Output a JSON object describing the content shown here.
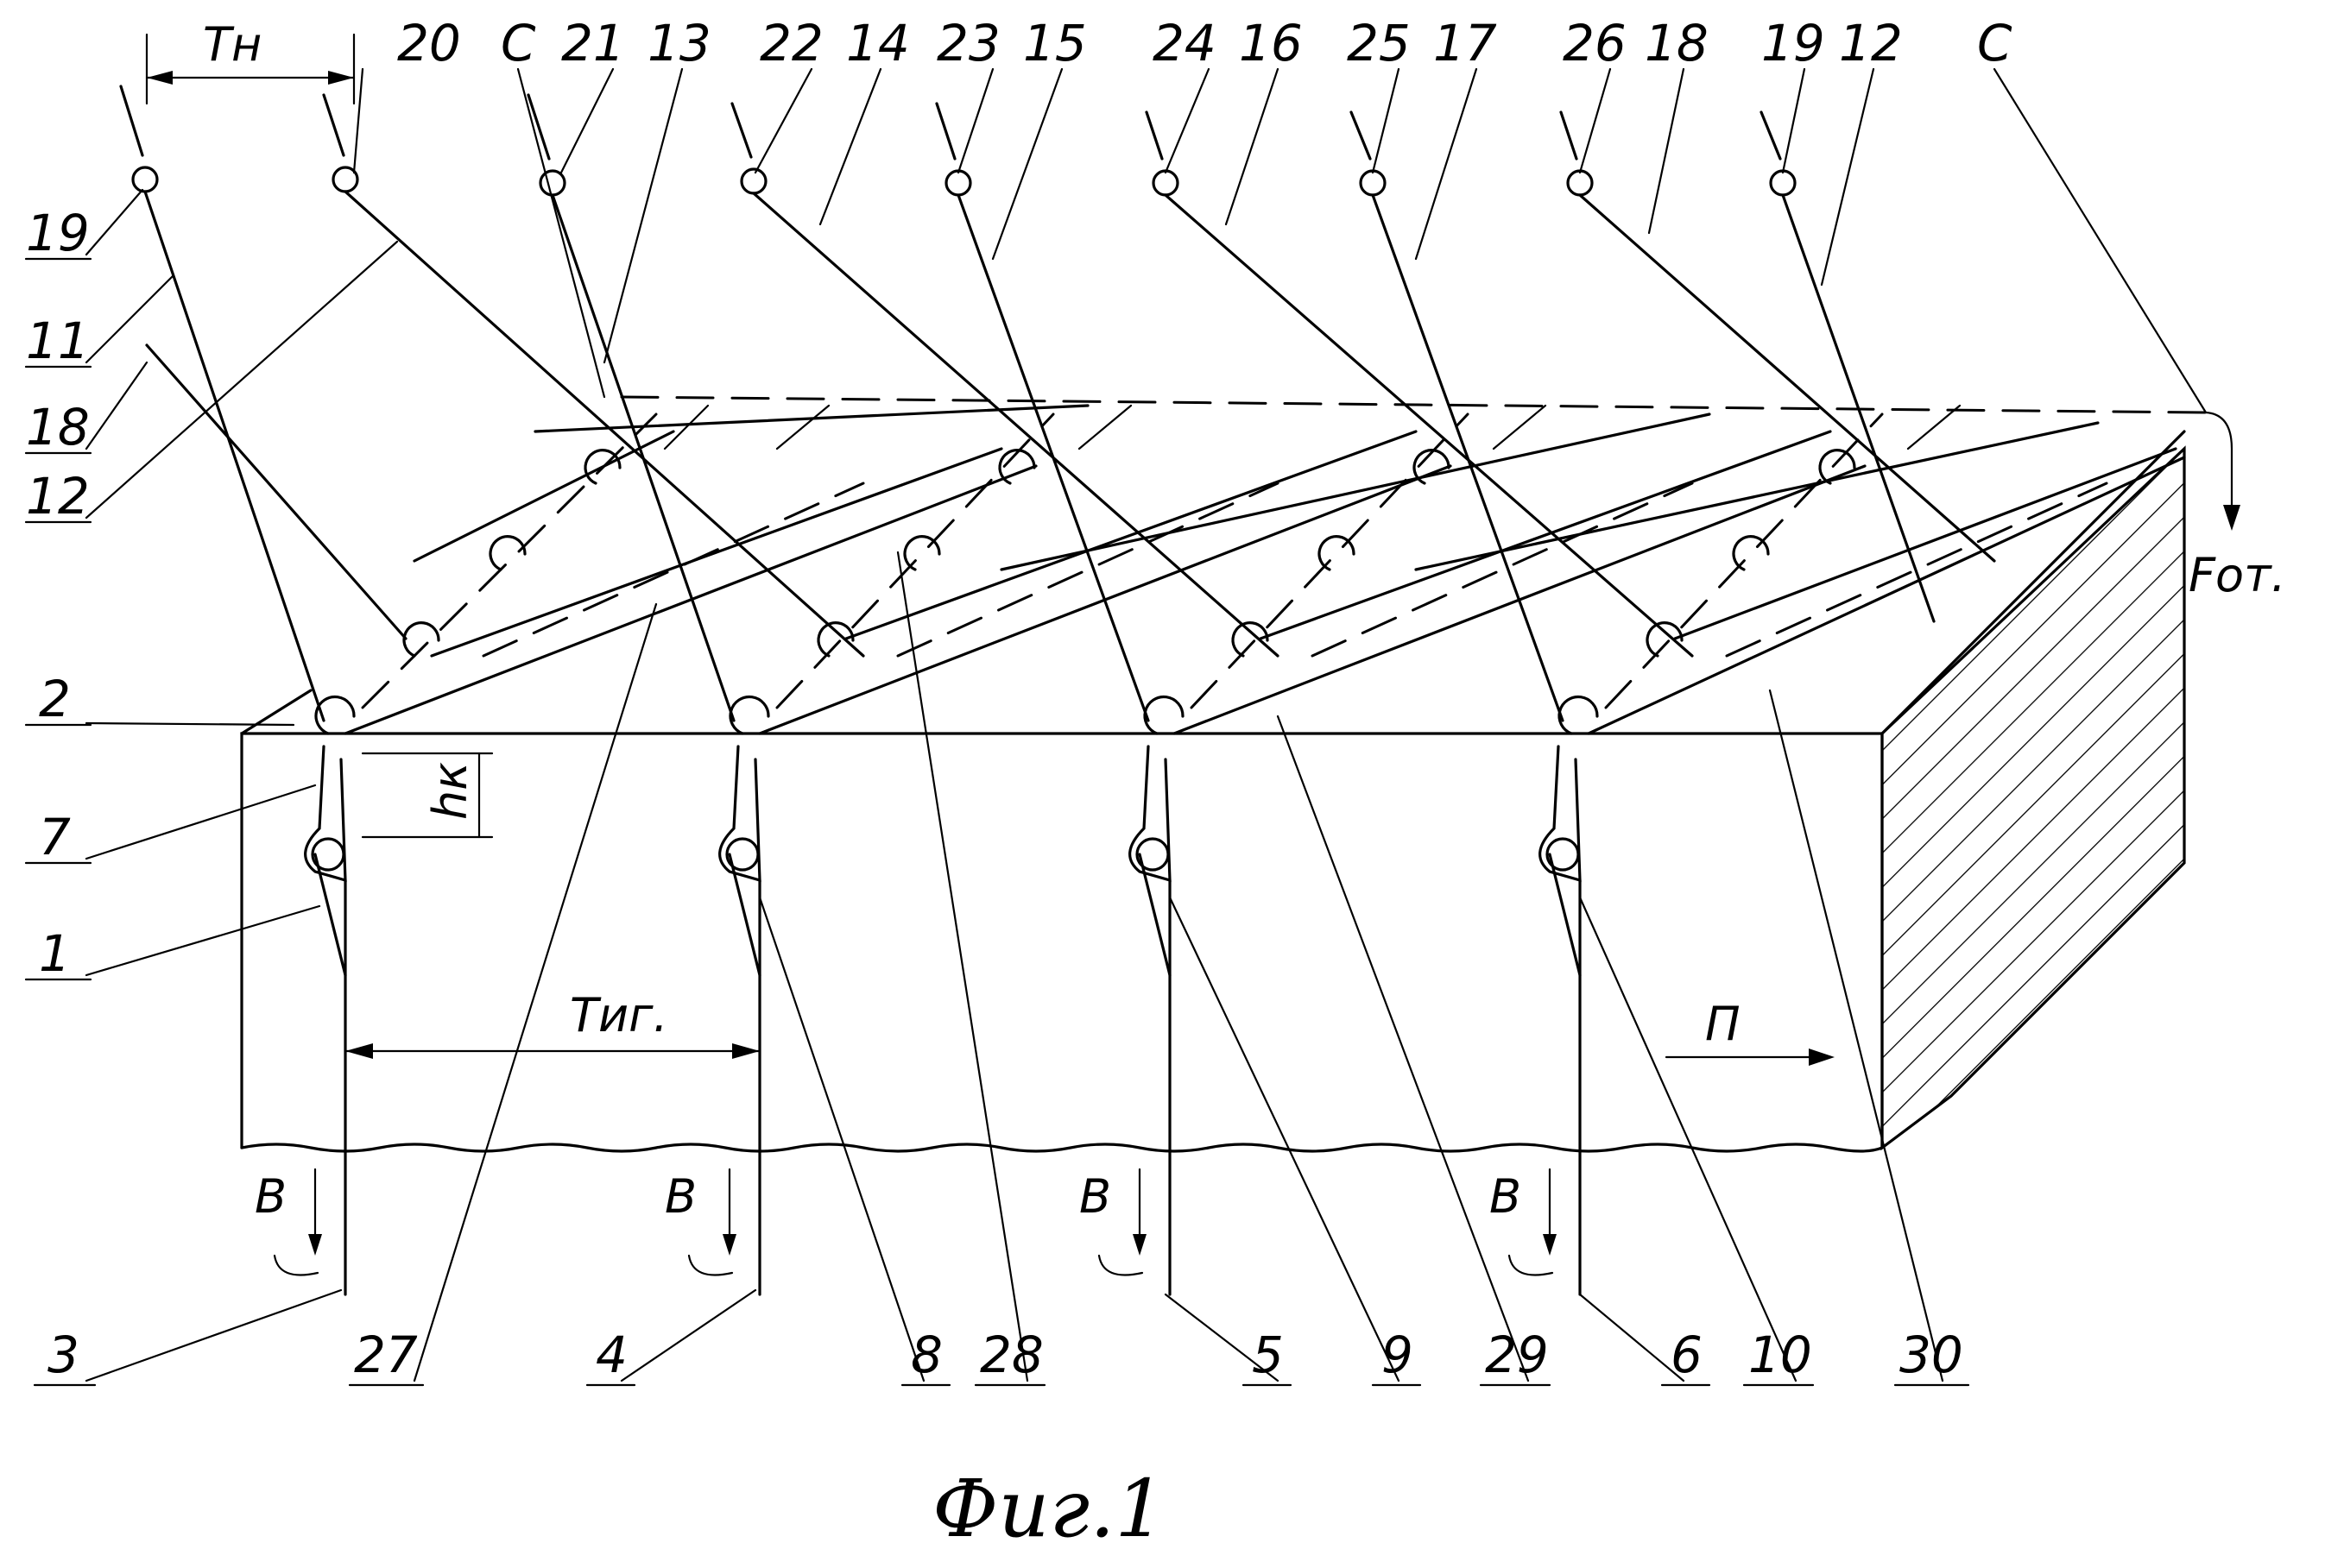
{
  "figure": {
    "caption": "Фиг.1",
    "labels": {
      "l19a": "19",
      "l11": "11",
      "l18a": "18",
      "l12a": "12",
      "l2": "2",
      "l7": "7",
      "l1": "1",
      "l20": "20",
      "lCa": "С",
      "l21": "21",
      "l13": "13",
      "l22": "22",
      "l14": "14",
      "l23": "23",
      "l15": "15",
      "l24": "24",
      "l16": "16",
      "l25": "25",
      "l17": "17",
      "l26": "26",
      "l18b": "18",
      "l19b": "19",
      "l12b": "12",
      "lCb": "С",
      "l3": "3",
      "l27": "27",
      "l4": "4",
      "l8": "8",
      "l28": "28",
      "l5": "5",
      "l9": "9",
      "l29": "29",
      "l6": "6",
      "l10": "10",
      "l30": "30"
    },
    "symbols": {
      "tn": "Тн",
      "hk": "hк",
      "tig": "Тиг.",
      "fot": "Fот.",
      "p": "П",
      "b1": "В",
      "b2": "В",
      "b3": "В",
      "b4": "В"
    }
  }
}
